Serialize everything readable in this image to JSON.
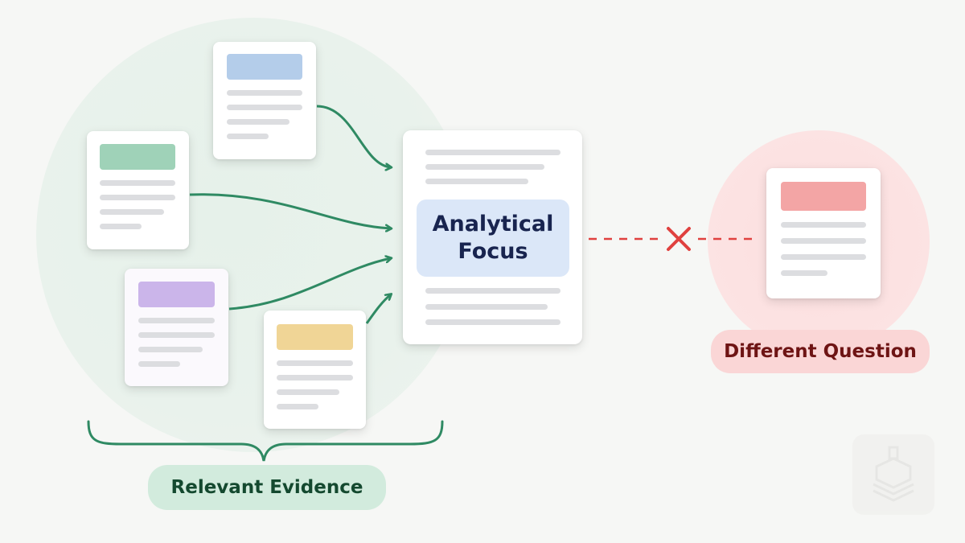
{
  "labels": {
    "focus": "Analytical\nFocus",
    "relevant": "Relevant Evidence",
    "different": "Different Question"
  },
  "colors": {
    "arrow_green": "#2f8a63",
    "connector_red": "#e0413f",
    "header_blue": "#b4cdea",
    "header_green": "#9fd2b8",
    "header_purple": "#cbb5ea",
    "header_yellow": "#f0d596",
    "header_red": "#f3a5a5"
  }
}
